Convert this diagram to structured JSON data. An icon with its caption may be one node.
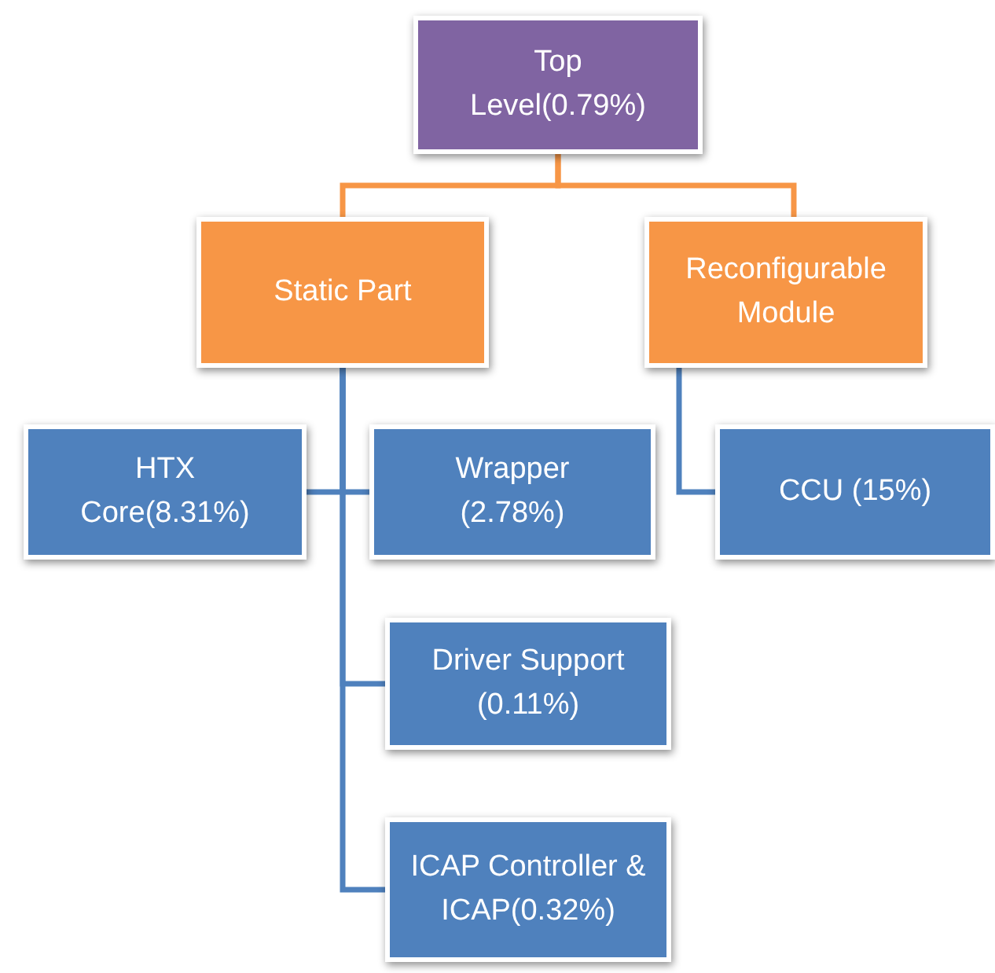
{
  "diagram": {
    "nodes": [
      {
        "text": [
          "Top Level(0.79%)"
        ]
      },
      {
        "text": [
          "Static Part"
        ]
      },
      {
        "text": [
          "Reconfigurable Module"
        ]
      },
      {
        "text": [
          "HTX Core(8.31%)"
        ]
      },
      {
        "text": [
          "Wrapper (2.78%)"
        ]
      },
      {
        "text": [
          "CCU (15%)"
        ]
      },
      {
        "text": [
          "Driver Support (0.11%)"
        ]
      },
      {
        "text": [
          "ICAP Controller & ICAP(0.32%)"
        ]
      }
    ],
    "edges": [
      {
        "from": 0,
        "to": 1,
        "arrow": "none",
        "color": "#f79646"
      },
      {
        "from": 0,
        "to": 2,
        "arrow": "none",
        "color": "#f79646"
      },
      {
        "from": 1,
        "to": 3,
        "arrow": "none"
      },
      {
        "from": 1,
        "to": 4,
        "arrow": "none"
      },
      {
        "from": 1,
        "to": 6,
        "arrow": "none"
      },
      {
        "from": 1,
        "to": 7,
        "arrow": "none"
      },
      {
        "from": 2,
        "to": 5,
        "arrow": "none"
      }
    ]
  }
}
